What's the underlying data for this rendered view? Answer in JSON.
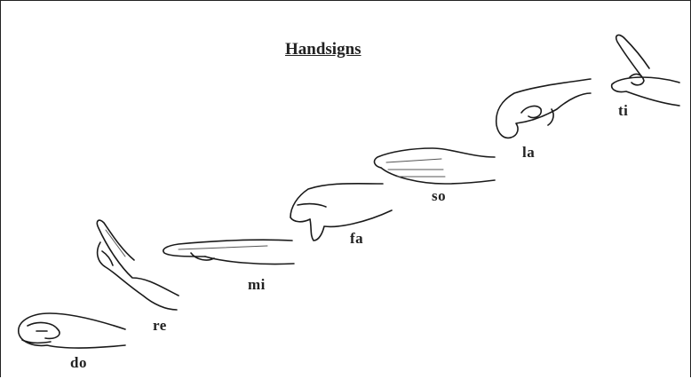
{
  "title": "Handsigns",
  "signs": [
    {
      "syllable": "do"
    },
    {
      "syllable": "re"
    },
    {
      "syllable": "mi"
    },
    {
      "syllable": "fa"
    },
    {
      "syllable": "so"
    },
    {
      "syllable": "la"
    },
    {
      "syllable": "ti"
    }
  ],
  "colors": {
    "ink": "#1a1a1a",
    "background": "#ffffff"
  }
}
